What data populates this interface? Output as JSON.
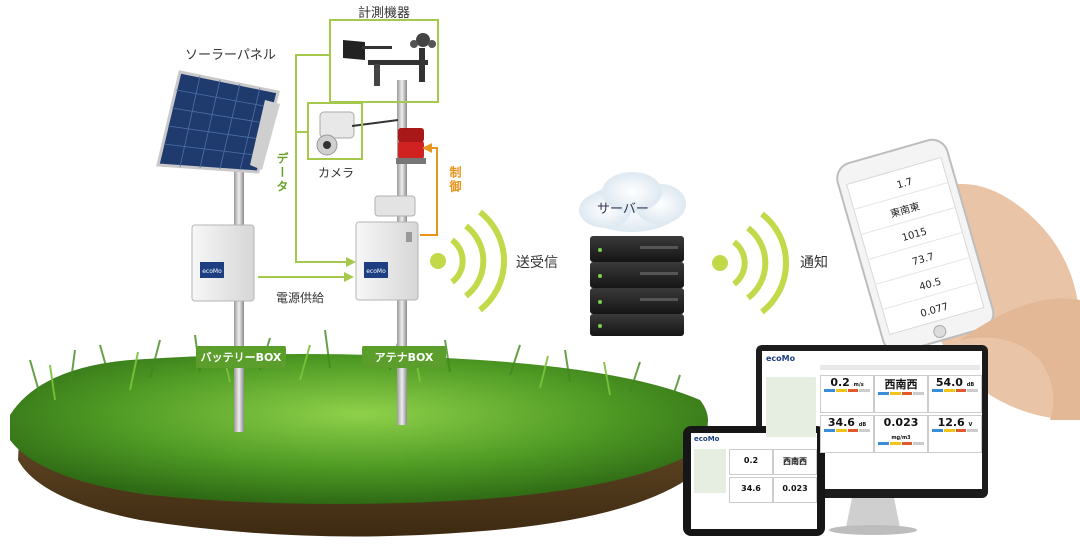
{
  "labels": {
    "measuring_equipment": "計測機器",
    "solar_panel": "ソーラーパネル",
    "camera": "カメラ",
    "data": "データ",
    "control": "制御",
    "power_supply": "電源供給",
    "battery_box": "バッテリーBOX",
    "antenna_box": "アテナBOX",
    "send_receive": "送受信",
    "server": "サーバー",
    "notification": "通知"
  },
  "brand": "ecoMo",
  "monitor_readings": [
    {
      "value": "0.2",
      "unit": "m/s"
    },
    {
      "value": "西南西",
      "unit": ""
    },
    {
      "value": "54.0",
      "unit": "dB"
    },
    {
      "value": "34.6",
      "unit": "dB"
    },
    {
      "value": "0.023",
      "unit": "mg/m3"
    },
    {
      "value": "12.6",
      "unit": "V"
    }
  ],
  "phone_readings": [
    "1.7",
    "東南東",
    "1015",
    "73.7",
    "40.5",
    "0.077"
  ],
  "colors": {
    "green_line": "#a5c94c",
    "orange_line": "#e8951e",
    "badge_green": "#5c9e2c",
    "signal_green": "#c3d94a"
  }
}
